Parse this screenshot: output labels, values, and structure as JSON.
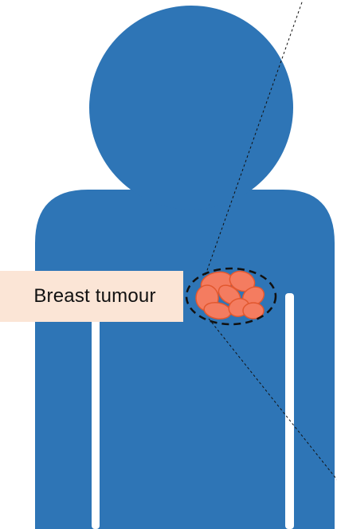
{
  "annotation": {
    "label": "Breast tumour"
  },
  "colors": {
    "body_silhouette": "#2e75b6",
    "tumour_fill": "#f47c60",
    "tumour_stroke": "#e2582f",
    "label_background": "#fbe5d6",
    "outline_dash": "#111111",
    "background": "#ffffff"
  },
  "icons": {
    "figure": "human-torso-silhouette",
    "lesion": "tumour-cell-cluster"
  }
}
